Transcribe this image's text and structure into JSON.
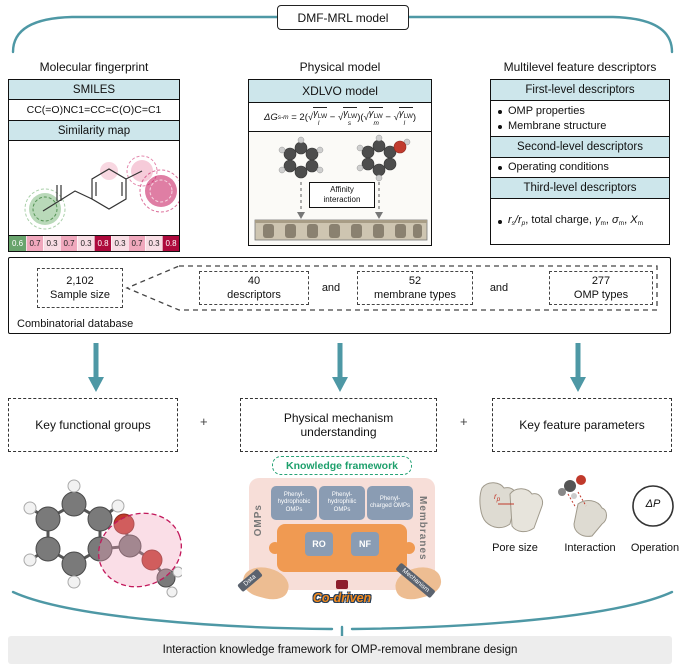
{
  "header": {
    "model_label": "DMF-MRL model"
  },
  "fingerprint": {
    "title": "Molecular fingerprint",
    "smiles_header": "SMILES",
    "smiles_value": "CC(=O)NC1=CC=C(O)C=C1",
    "map_header": "Similarity map",
    "cells": [
      {
        "value": "0.6",
        "bg": "#69a46d",
        "fg": "#ffffff"
      },
      {
        "value": "0.7",
        "bg": "#f0a8bd",
        "fg": "#222222"
      },
      {
        "value": "0.3",
        "bg": "#f8dde4",
        "fg": "#222222"
      },
      {
        "value": "0.7",
        "bg": "#f0a8bd",
        "fg": "#222222"
      },
      {
        "value": "0.3",
        "bg": "#f8dde4",
        "fg": "#222222"
      },
      {
        "value": "0.8",
        "bg": "#ad0a3c",
        "fg": "#ffffff"
      },
      {
        "value": "0.3",
        "bg": "#f8dde4",
        "fg": "#222222"
      },
      {
        "value": "0.7",
        "bg": "#f0a8bd",
        "fg": "#222222"
      },
      {
        "value": "0.3",
        "bg": "#f8dde4",
        "fg": "#222222"
      },
      {
        "value": "0.8",
        "bg": "#ad0a3c",
        "fg": "#ffffff"
      }
    ]
  },
  "physical": {
    "title": "Physical model",
    "header": "XDLVO model",
    "eq": {
      "lhs": "ΔG",
      "lhs_sub": "s-m",
      "equals": " = 2(",
      "sqrt": "√",
      "gamma": "γ",
      "sup": "LW",
      "sub1": "l",
      "minus": " − ",
      "sub2": "s",
      "mid": ")(",
      "sub3": "m",
      "sub4": "l",
      "close": ")"
    },
    "affinity_label": "Affinity interaction"
  },
  "multilevel": {
    "title": "Multilevel feature descriptors",
    "first_header": "First-level descriptors",
    "first_items": [
      "OMP properties",
      "Membrane structure"
    ],
    "second_header": "Second-level descriptors",
    "second_items": [
      "Operating conditions"
    ],
    "third_header": "Third-level descriptors",
    "third_tokens": [
      "r",
      "s",
      "/r",
      "p",
      ", total charge, ",
      "γ",
      "m",
      ", ",
      "σ",
      "m",
      ", ",
      "X",
      "m"
    ]
  },
  "database": {
    "sample_value": "2,102",
    "sample_label": "Sample size",
    "caption": "Combinatorial database",
    "and": "and",
    "items": [
      {
        "value": "40",
        "label": "descriptors"
      },
      {
        "value": "52",
        "label": "membrane types"
      },
      {
        "value": "277",
        "label": "OMP types"
      }
    ]
  },
  "outputs": {
    "plus": "+",
    "boxes": [
      "Key functional groups",
      "Physical mechanism understanding",
      "Key feature parameters"
    ]
  },
  "knowledge": {
    "title": "Knowledge framework",
    "left_label": "OMPs",
    "right_label": "Membranes",
    "pieces": [
      "Phenyl-hydrophobic OMPs",
      "Phenyl-hydrophilic OMPs",
      "Phenyl-charged OMPs"
    ],
    "ro": "RO",
    "nf": "NF",
    "data_label": "Data",
    "mechanism_label": "Mechanism",
    "co_driven": "Co-driven"
  },
  "features": {
    "pore_label": "Pore size",
    "pore_annotation": {
      "r": "r",
      "p": "p"
    },
    "interaction_label": "Interaction",
    "operation_label": "Operation",
    "operation_symbol": "ΔP"
  },
  "footer": {
    "text": "Interaction knowledge framework for OMP-removal membrane design"
  },
  "colors": {
    "accent_teal": "#4e98a5",
    "header_fill": "#cde6eb",
    "orange": "#f09a52",
    "green": "#1ea06c",
    "crimson": "#ad0a3c"
  }
}
